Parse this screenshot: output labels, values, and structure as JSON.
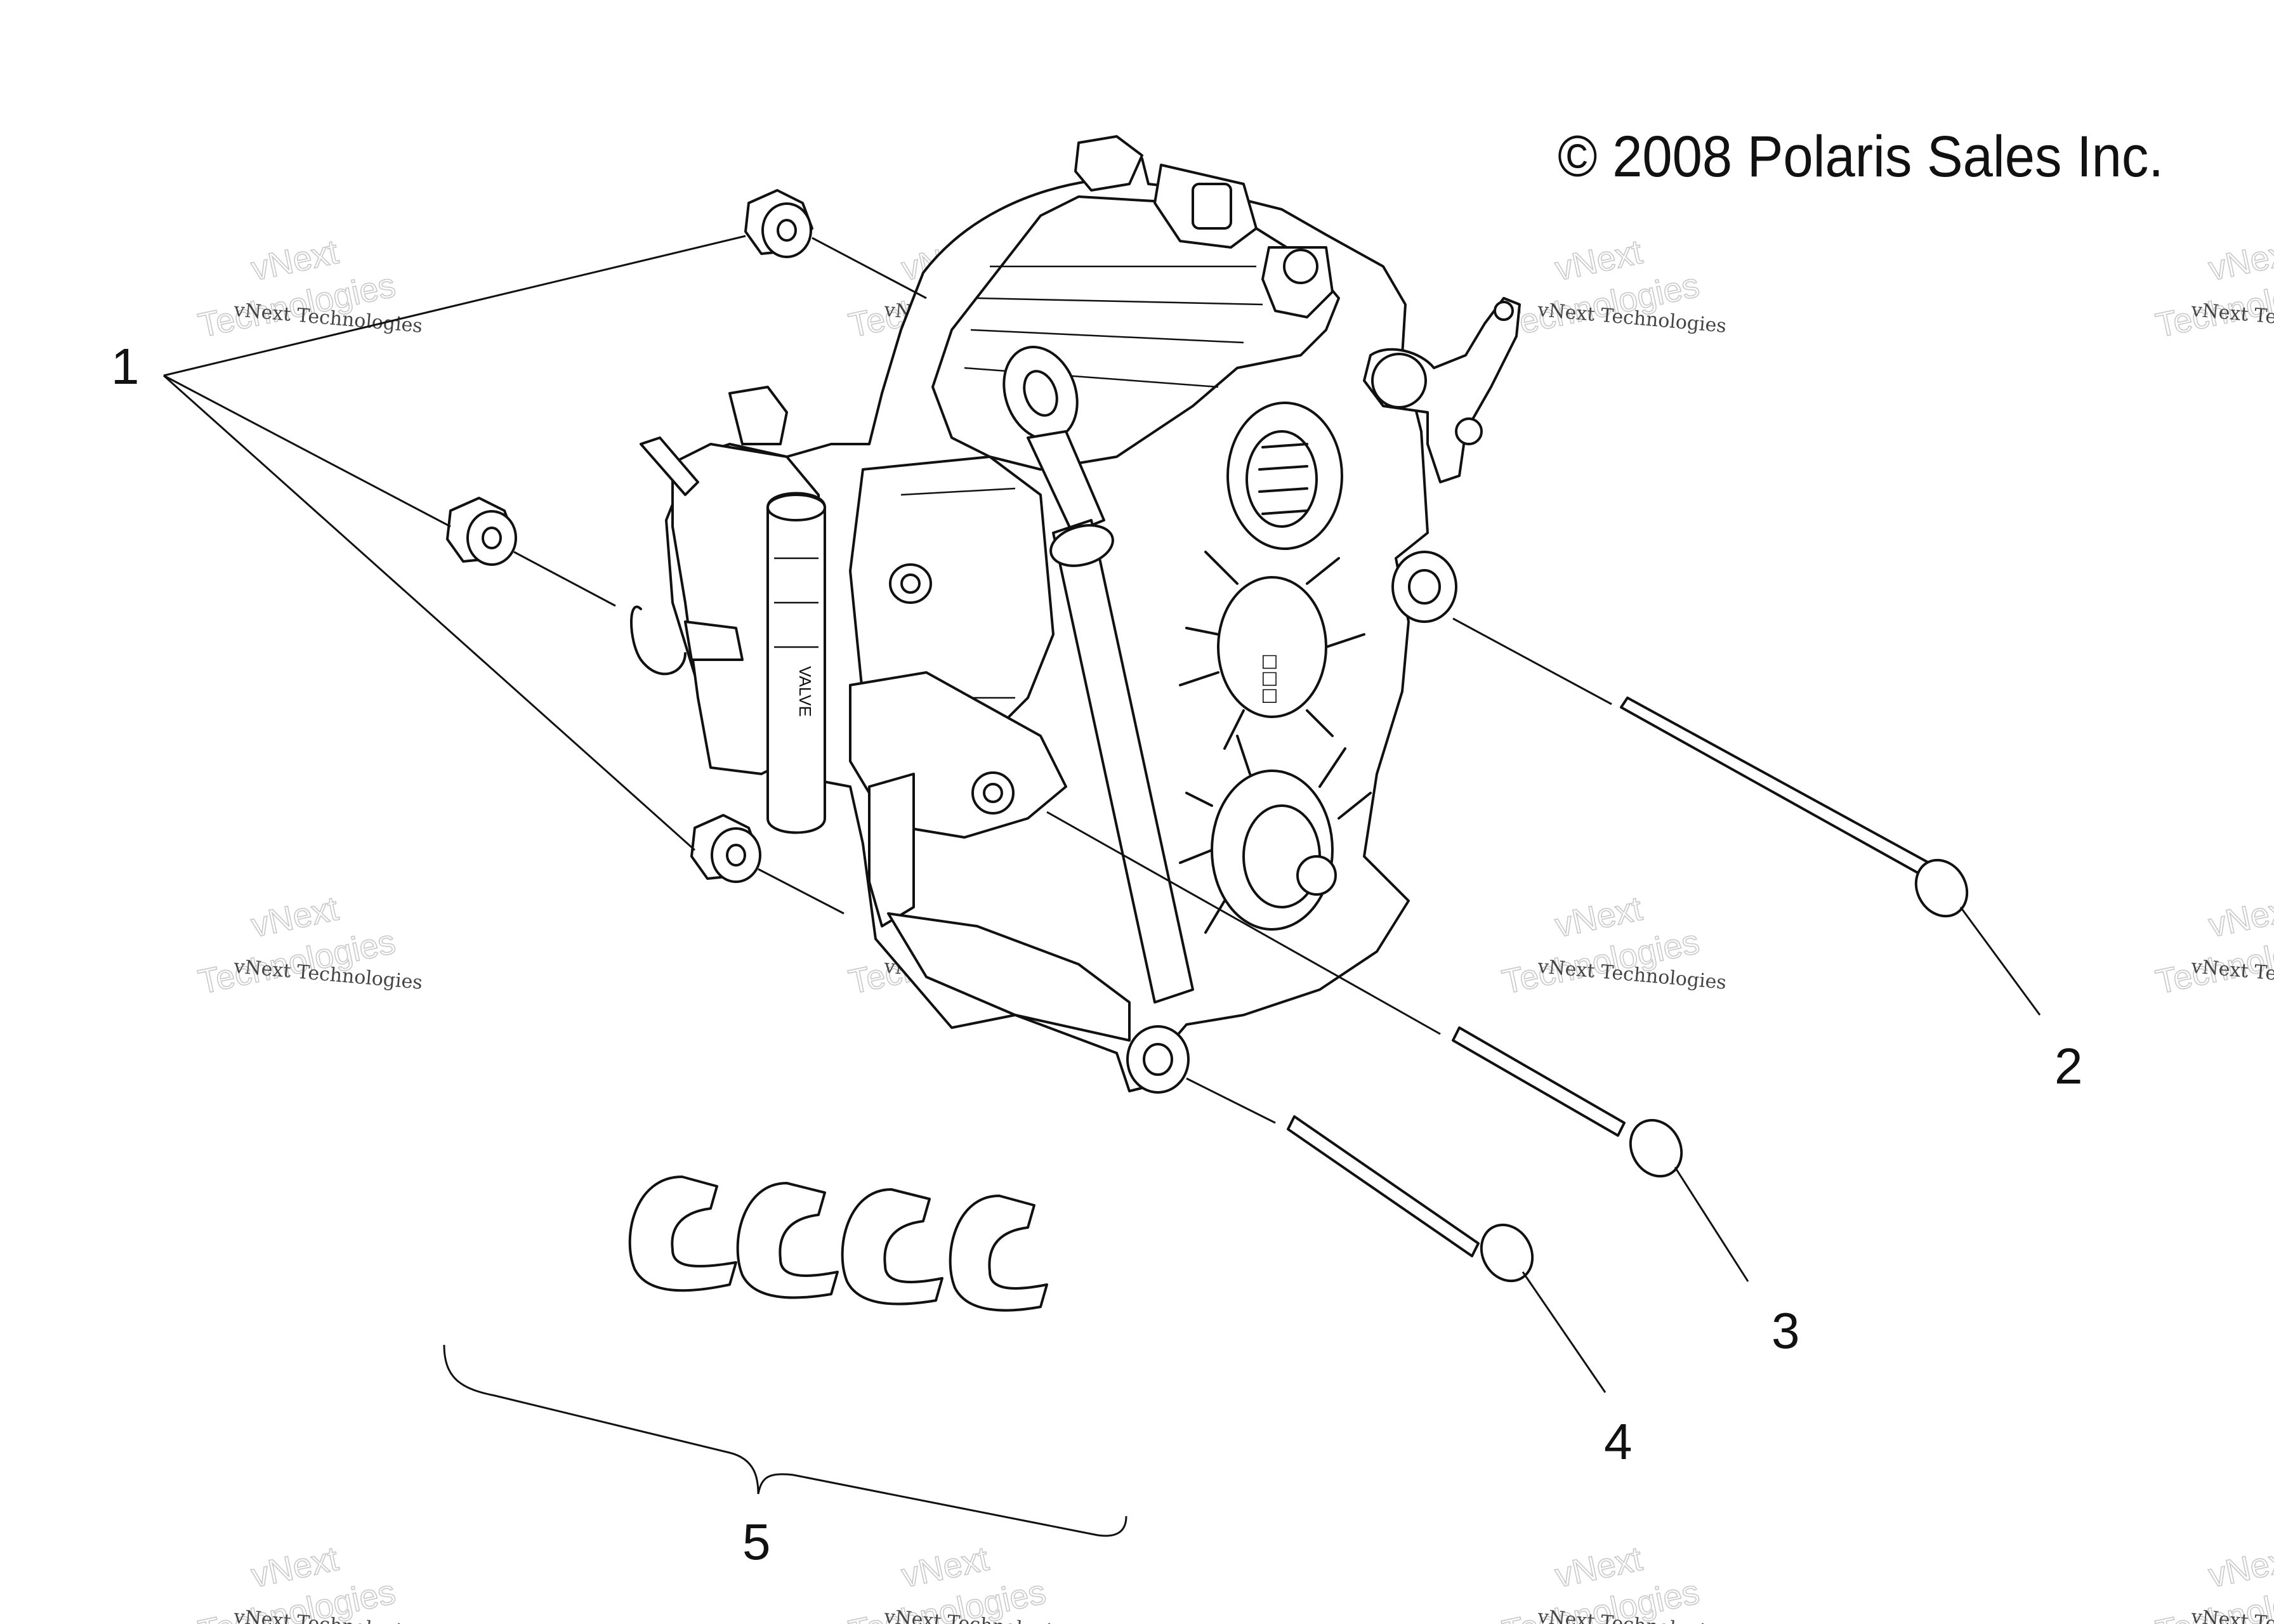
{
  "copyright": "© 2008 Polaris Sales Inc.",
  "callouts": {
    "one": "1",
    "two": "2",
    "three": "3",
    "four": "4",
    "five": "5"
  },
  "watermark": {
    "line1": "vNext Technologies",
    "line2": "vNext\nTechnologies"
  }
}
